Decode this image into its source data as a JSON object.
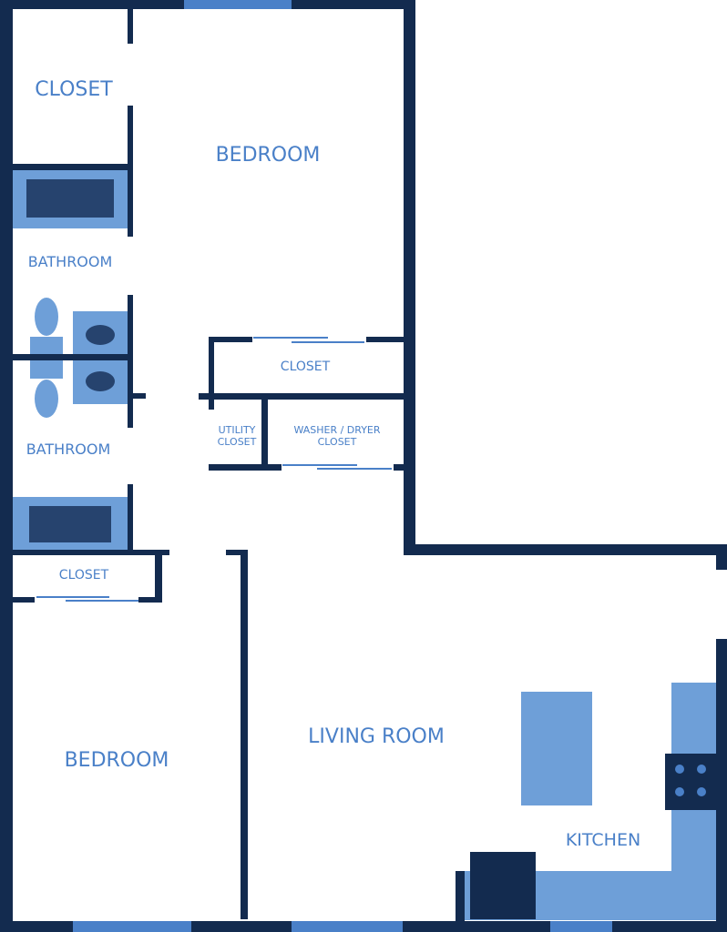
{
  "colors": {
    "wall": "#132b4f",
    "fixture": "#6e9fd8",
    "fixture_dark": "#26436e",
    "window": "#4a80c8",
    "label": "#4a80c8",
    "background": "#ffffff"
  },
  "rooms": {
    "closet_top": "CLOSET",
    "bedroom_top": "BEDROOM",
    "bathroom_upper": "BATHROOM",
    "closet_middle": "CLOSET",
    "utility_closet_line1": "UTILITY",
    "utility_closet_line2": "CLOSET",
    "washer_dryer_line1": "WASHER / DRYER",
    "washer_dryer_line2": "CLOSET",
    "bathroom_lower": "BATHROOM",
    "closet_lower": "CLOSET",
    "bedroom_bottom": "BEDROOM",
    "living_room": "LIVING ROOM",
    "kitchen": "KITCHEN"
  },
  "icons": {
    "bathtub": "bathtub-icon",
    "toilet": "toilet-icon",
    "sink": "sink-icon",
    "stove": "stove-icon",
    "refrigerator": "refrigerator-icon",
    "kitchen_island": "kitchen-island-icon",
    "window": "window-icon"
  }
}
